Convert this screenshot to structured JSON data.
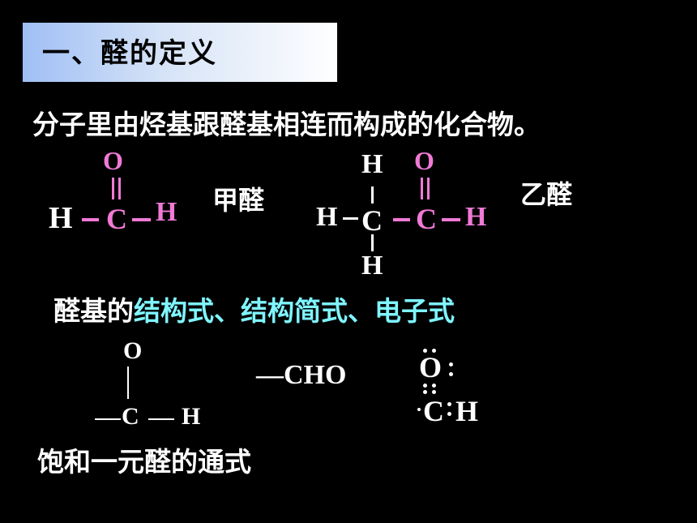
{
  "title": "一、醛的定义",
  "definition": "分子里由烃基跟醛基相连而构成的化合物。",
  "formaldehyde": {
    "name": "甲醛",
    "atom_O": "O",
    "atom_H_left": "H",
    "atom_C": "C",
    "atom_H_right": "H"
  },
  "acetaldehyde": {
    "name": "乙醛",
    "atom_H_top": "H",
    "atom_O": "O",
    "atom_H_left": "H",
    "atom_C_methyl": "C",
    "atom_C_carbonyl": "C",
    "atom_H_right": "H",
    "atom_H_bottom": "H"
  },
  "aldehyde_group_heading": {
    "prefix": "醛基的",
    "highlight": "结构式、结构简式、电子式"
  },
  "structural_formula": {
    "atom_O": "O",
    "atom_C": "C",
    "atom_H": "H"
  },
  "condensed_formula": "—CHO",
  "electron_formula": {
    "atom_O": "O",
    "atom_C": "C",
    "atom_H": "H"
  },
  "general_formula_heading": "饱和一元醛的通式",
  "colors": {
    "background": "#000000",
    "text": "#ffffff",
    "aldehyde_group": "#f07ad6",
    "highlight": "#7ff5ff"
  }
}
